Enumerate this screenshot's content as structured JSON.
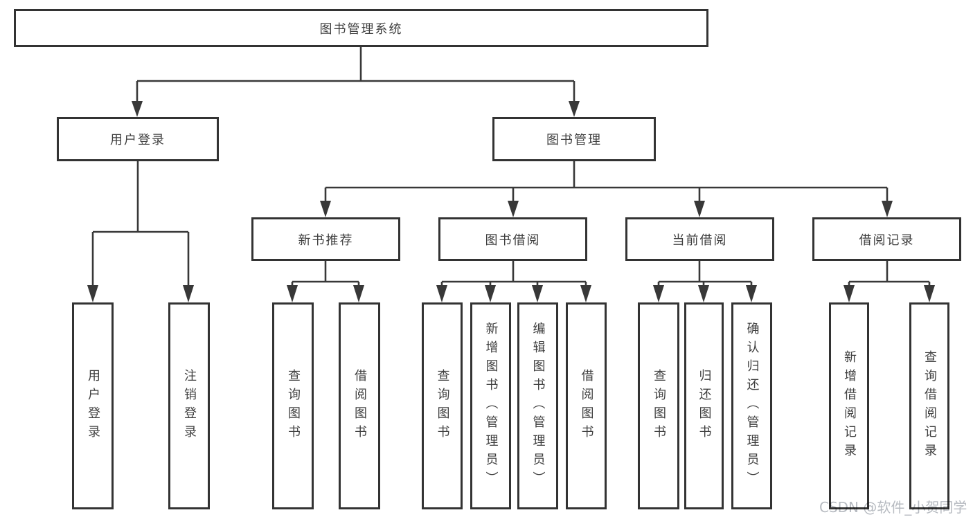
{
  "tree": {
    "label": "图书管理系统",
    "children": [
      {
        "label": "用户登录",
        "children": [
          {
            "label": "用户登录"
          },
          {
            "label": "注销登录"
          }
        ]
      },
      {
        "label": "图书管理",
        "children": [
          {
            "label": "新书推荐",
            "children": [
              {
                "label": "查询图书"
              },
              {
                "label": "借阅图书"
              }
            ]
          },
          {
            "label": "图书借阅",
            "children": [
              {
                "label": "查询图书"
              },
              {
                "label": "新增图书（管理员）"
              },
              {
                "label": "编辑图书（管理员）"
              },
              {
                "label": "借阅图书"
              }
            ]
          },
          {
            "label": "当前借阅",
            "children": [
              {
                "label": "查询图书"
              },
              {
                "label": "归还图书"
              },
              {
                "label": "确认归还（管理员）"
              }
            ]
          },
          {
            "label": "借阅记录",
            "children": [
              {
                "label": "新增借阅记录"
              },
              {
                "label": "查询借阅记录"
              }
            ]
          }
        ]
      }
    ]
  },
  "watermark": {
    "text": "CSDN @软件_小贺同学"
  },
  "colors": {
    "background": "#ffffff",
    "box_border": "#333333",
    "connector": "#383838",
    "text": "#3f3f3f",
    "watermark": "#b7bbc1"
  }
}
